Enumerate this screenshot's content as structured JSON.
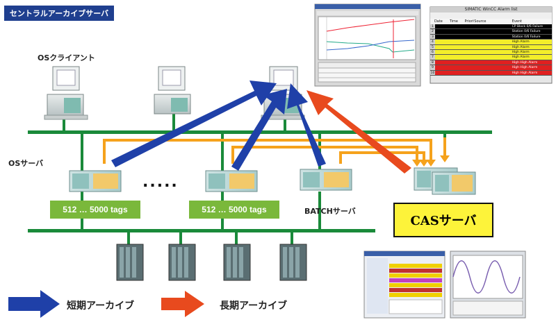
{
  "title": "セントラルアーカイブサーバ",
  "labels": {
    "os_client": "OSクライアント",
    "os_server": "OSサーバ",
    "batch_server": "BATCHサーバ",
    "cas_server": "CASサーバ",
    "ellipsis": "....."
  },
  "tag_boxes": [
    "512 … 5000 tags",
    "512 … 5000 tags"
  ],
  "legend": {
    "short_archive": "短期アーカイブ",
    "long_archive": "長期アーカイブ"
  },
  "colors": {
    "title_bg": "#1f3f8f",
    "bus": "#1a8a3a",
    "orange_link": "#f5a21c",
    "short_arrow": "#1f40a8",
    "long_arrow": "#e84a1e",
    "tag_box": "#7ab83b",
    "cas_box": "#fdf33a"
  },
  "alarm_list": {
    "title": "SIMATIC WinCC Alarm list",
    "headers": [
      "Date",
      "Time",
      "Priority",
      "Source",
      "Event"
    ],
    "rows": [
      {
        "no": "1",
        "event": "CP Block 0/6 Failure"
      },
      {
        "no": "2",
        "event": "Station 0/6 Failure"
      },
      {
        "no": "3",
        "event": "Station 0/6 Failure"
      },
      {
        "no": "4",
        "event": "High Alarm"
      },
      {
        "no": "5",
        "event": "High Alarm"
      },
      {
        "no": "6",
        "event": "High Alarm"
      },
      {
        "no": "7",
        "event": "High Alarm"
      },
      {
        "no": "8",
        "event": "High High Alarm"
      },
      {
        "no": "9",
        "event": "High High Alarm"
      },
      {
        "no": "10",
        "event": "High High Alarm"
      }
    ]
  }
}
